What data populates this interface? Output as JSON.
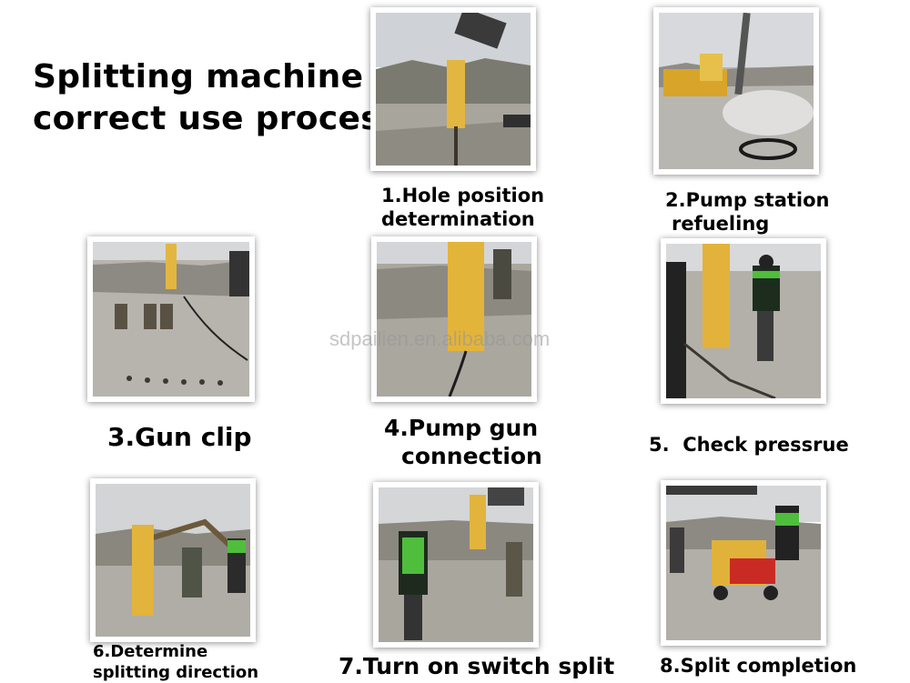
{
  "title": {
    "line1": "Splitting machine",
    "line2": "correct use process"
  },
  "watermark": "sdpailien.en.alibaba.com",
  "steps": [
    {
      "line1": "1.Hole position",
      "line2": "determination"
    },
    {
      "line1": "2.Pump station",
      "line2": "refueling"
    },
    {
      "line1": "3.Gun clip"
    },
    {
      "line1": "4.Pump gun",
      "line2": "connection"
    },
    {
      "line1": "5.  Check pressrue"
    },
    {
      "line1": "6.Determine",
      "line2": "splitting direction"
    },
    {
      "line1": "7.Turn on switch split"
    },
    {
      "line1": "8.Split completion"
    }
  ],
  "colors": {
    "sky": "#c9ccd0",
    "rock": "#9d9b96",
    "machine_yellow": "#e0b23a",
    "jacket_green": "#4fbe3c"
  }
}
